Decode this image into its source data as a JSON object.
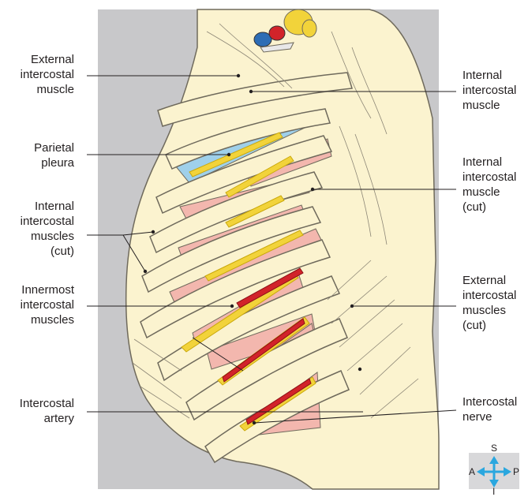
{
  "labels": {
    "external_intercostal_muscle": "External\nintercostal\nmuscle",
    "parietal_pleura": "Parietal\npleura",
    "internal_intercostal_muscles_cut_left": "Internal\nintercostal\nmuscles\n(cut)",
    "innermost_intercostal_muscles": "Innermost\nintercostal\nmuscles",
    "intercostal_artery": "Intercostal\nartery",
    "internal_intercostal_muscle": "Internal\nintercostal\nmuscle",
    "internal_intercostal_muscle_cut_right": "Internal\nintercostal\nmuscle\n(cut)",
    "external_intercostal_muscles_cut_right": "External\nintercostal\nmuscles\n(cut)",
    "intercostal_nerve": "Intercostal\nnerve"
  },
  "compass": {
    "superior": "S",
    "inferior": "I",
    "anterior": "A",
    "posterior": "P"
  },
  "colors": {
    "background_panel": "#c8c8ca",
    "muscle": "#fbf3cf",
    "muscle_outline": "#6f6a5c",
    "pleura": "#9fd0ea",
    "intercostal_space": "#f3b7ae",
    "nerve": "#f2d33a",
    "artery": "#d2232a",
    "vein": "#2d6db5",
    "compass_arrow": "#2aa7df"
  }
}
